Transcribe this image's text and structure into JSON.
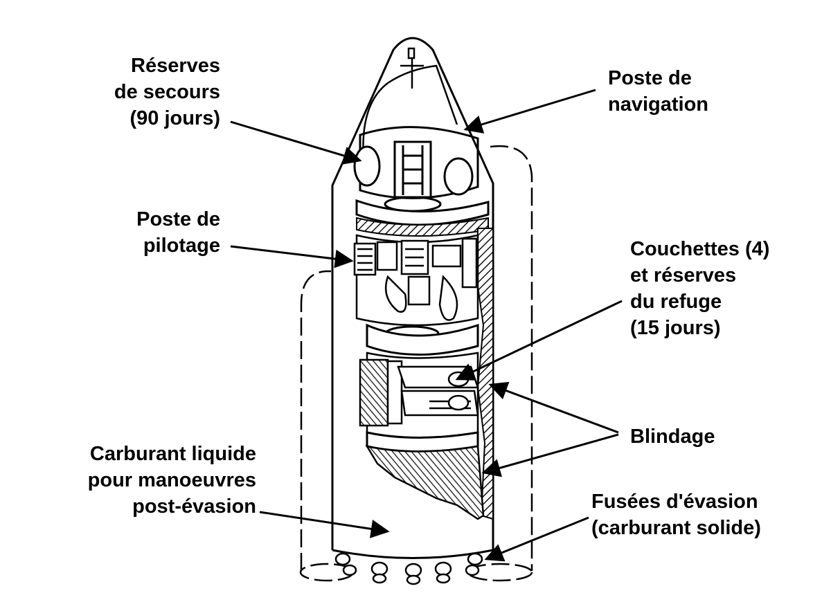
{
  "labels": {
    "reserves_secours": [
      "Réserves",
      "de secours",
      "(90 jours)"
    ],
    "poste_navigation": [
      "Poste de",
      "navigation"
    ],
    "poste_pilotage": [
      "Poste de",
      "pilotage"
    ],
    "couchettes": [
      "Couchettes (4)",
      "et réserves",
      "du refuge",
      "(15 jours)"
    ],
    "blindage": [
      "Blindage"
    ],
    "carburant_liquide": [
      "Carburant liquide",
      "pour manoeuvres",
      "post-évasion"
    ],
    "fusees_evasion": [
      "Fusées d'évasion",
      "(carburant solide)"
    ]
  },
  "colors": {
    "ink": "#000000",
    "paper": "#ffffff",
    "hatch": "#222222"
  }
}
